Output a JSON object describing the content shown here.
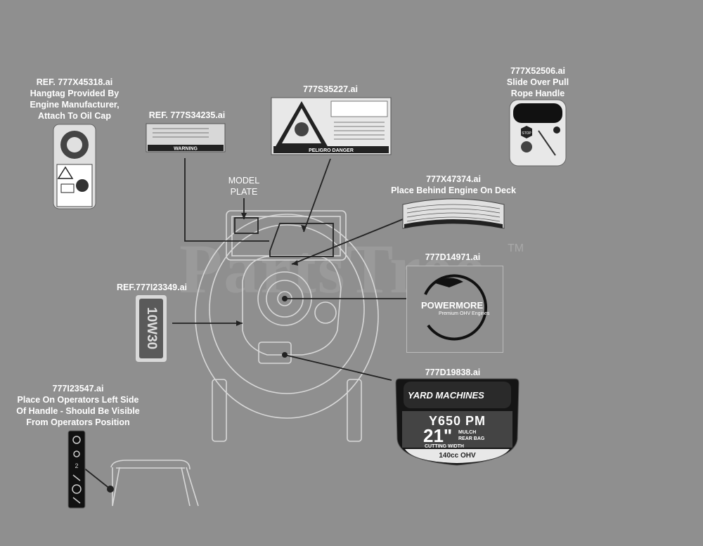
{
  "watermark": "PartsTree",
  "trademark": "TM",
  "labels": {
    "hangtag": {
      "ref": "REF. 777X45318.ai",
      "line1": "Hangtag Provided By",
      "line2": "Engine Manufacturer,",
      "line3": "Attach To Oil Cap"
    },
    "warning": {
      "ref": "REF. 777S34235.ai"
    },
    "danger": {
      "ref": "777S35227.ai"
    },
    "slide": {
      "ref": "777X52506.ai",
      "line1": "Slide Over Pull",
      "line2": "Rope Handle"
    },
    "deck": {
      "ref": "777X47374.ai",
      "line1": "Place Behind Engine On Deck"
    },
    "powermore": {
      "ref": "777D14971.ai"
    },
    "oil": {
      "ref": "REF.777I23349.ai"
    },
    "yardmachines": {
      "ref": "777D19838.ai"
    },
    "handle": {
      "ref": "777I23547.ai",
      "line1": "Place On Operators Left Side",
      "line2": "Of Handle - Should Be Visible",
      "line3": "From Operators Position"
    },
    "model_plate": {
      "line1": "MODEL",
      "line2": "PLATE"
    }
  },
  "decal_text": {
    "warning_title": "WARNING",
    "danger_title": "PELIGRO DANGER",
    "oil_grade": "10W30",
    "powermore_name": "POWERMORE",
    "powermore_sub": "Premium OHV Engines",
    "ym_brand": "YARD MACHINES",
    "ym_model": "Y650 PM",
    "ym_inch": "21\"",
    "ym_mulch": "MULCH\nREAR BAG",
    "ym_cut": "CUTTING WIDTH",
    "ym_cc": "140cc OHV",
    "stop": "STOP"
  }
}
